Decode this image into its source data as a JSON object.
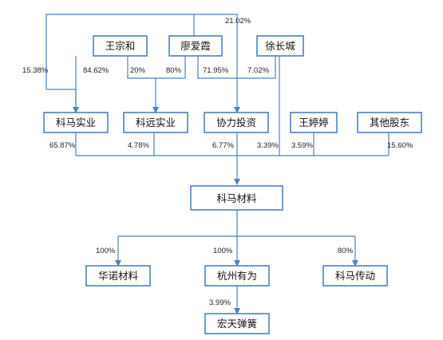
{
  "entities": {
    "wang_zonghe": "王宗和",
    "liao_aixia": "廖爱霞",
    "xu_changcheng": "徐长城",
    "kema_shiye": "科马实业",
    "keyuan_shiye": "科远实业",
    "xieli_touzi": "协力投资",
    "wang_tingting": "王婷婷",
    "other_shareholders": "其他股东",
    "kema_cailiao": "科马材料",
    "huanuo_cailiao": "华诺材料",
    "hangzhou_youwei": "杭州有为",
    "kema_chuandong": "科马传动",
    "hongtian_danhuang": "宏天弹簧"
  },
  "percentages": {
    "liao_to_xieli_top": "21.02%",
    "wang_to_kema_outer": "15.38%",
    "liao_to_kema": "84.62%",
    "wang_to_keyuan": "20%",
    "liao_to_keyuan": "80%",
    "wang_to_xieli": "71.95%",
    "xu_to_xieli": "7.02%",
    "kema_shiye_to_kema": "65.87%",
    "keyuan_to_kema": "4.78%",
    "xieli_to_kema": "6.77%",
    "xu_to_kema": "3.39%",
    "wang_tingting_to_kema": "3.59%",
    "others_to_kema": "15.60%",
    "kema_to_huanuo": "100%",
    "kema_to_hangzhou": "100%",
    "kema_to_chuandong": "80%",
    "hangzhou_to_hongtian": "3.99%"
  }
}
